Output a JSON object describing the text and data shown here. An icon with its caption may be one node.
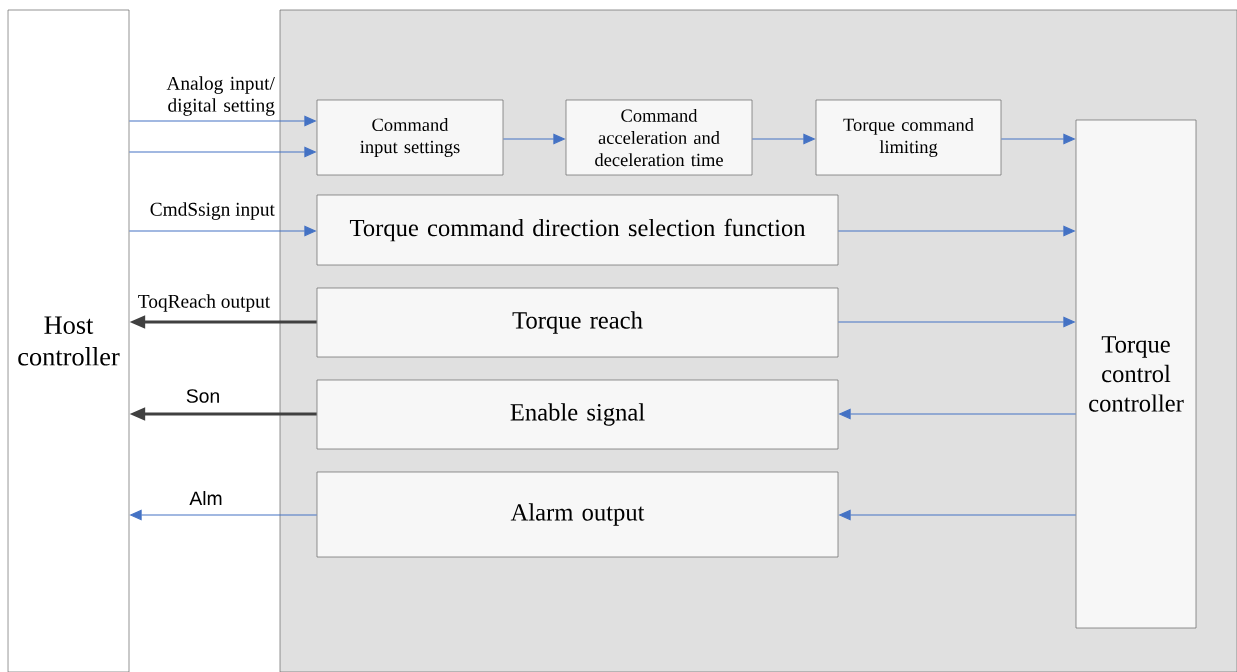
{
  "diagram": {
    "nodes": [
      {
        "text": [
          "Host controller"
        ]
      },
      {
        "text": [],
        "shape": "box"
      },
      {
        "text": [
          "Command input settings"
        ],
        "in": 1
      },
      {
        "text": [
          "Command acceleration and deceleration time"
        ],
        "in": 1
      },
      {
        "text": [
          "Torque command limiting"
        ],
        "in": 1
      },
      {
        "text": [
          "Torque command direction selection function"
        ],
        "in": 1
      },
      {
        "text": [
          "Torque reach"
        ],
        "in": 1
      },
      {
        "text": [
          "Enable signal"
        ],
        "in": 1
      },
      {
        "text": [
          "Alarm output"
        ],
        "in": 1
      },
      {
        "text": [
          "Torque control controller"
        ],
        "in": 1
      }
    ],
    "edges": [
      {
        "from": 0,
        "to": 2,
        "arrow": "to",
        "label": "Analog input/ digital setting"
      },
      {
        "from": 0,
        "to": 2,
        "arrow": "to"
      },
      {
        "from": 2,
        "to": 3,
        "arrow": "to"
      },
      {
        "from": 3,
        "to": 4,
        "arrow": "to"
      },
      {
        "from": 4,
        "to": 9,
        "arrow": "to"
      },
      {
        "from": 0,
        "to": 5,
        "arrow": "to",
        "label": "CmdSsign input"
      },
      {
        "from": 5,
        "to": 9,
        "arrow": "to"
      },
      {
        "from": 6,
        "to": 0,
        "arrow": "to",
        "label": "ToqReach output",
        "style": "thick",
        "color": "#404040"
      },
      {
        "from": 6,
        "to": 9,
        "arrow": "to"
      },
      {
        "from": 7,
        "to": 0,
        "arrow": "to",
        "label": "Son",
        "style": "thick",
        "color": "#404040"
      },
      {
        "from": 9,
        "to": 7,
        "arrow": "to"
      },
      {
        "from": 8,
        "to": 0,
        "arrow": "to",
        "label": "Alm"
      },
      {
        "from": 9,
        "to": 8,
        "arrow": "to"
      }
    ]
  }
}
